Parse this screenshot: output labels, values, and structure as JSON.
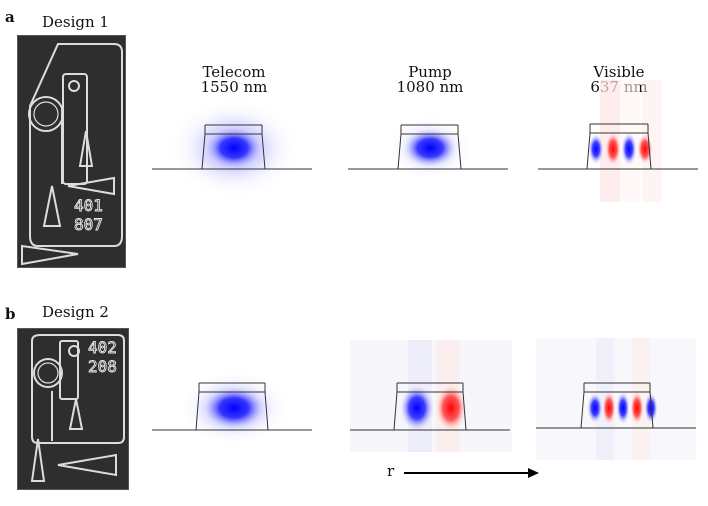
{
  "panel_a": {
    "letter": "a",
    "design_title": "Design 1",
    "sem_label": [
      "401",
      "807"
    ],
    "columns": [
      {
        "name": "Telecom",
        "wavelength": "1550 nm"
      },
      {
        "name": "Pump",
        "wavelength": "1080 nm"
      },
      {
        "name": "Visible",
        "wavelength": "637 nm"
      }
    ]
  },
  "panel_b": {
    "letter": "b",
    "design_title": "Design 2",
    "sem_label": [
      "402",
      "208"
    ]
  },
  "axis": {
    "r_label": "r"
  },
  "colors": {
    "positive_field": "#ff0000",
    "negative_field": "#0000ff",
    "background": "#ffffff"
  }
}
